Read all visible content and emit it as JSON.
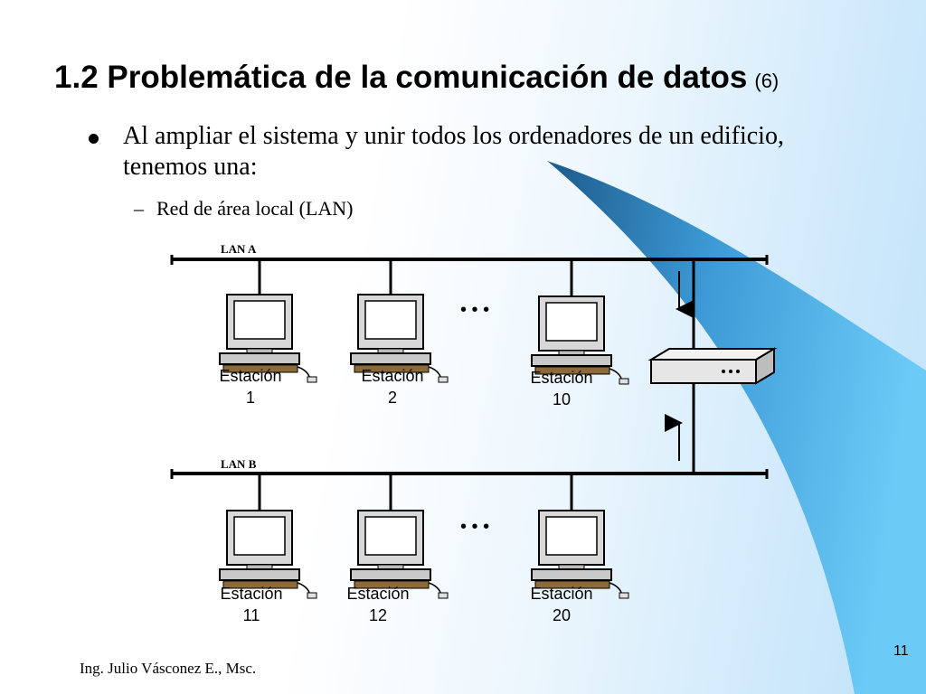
{
  "slide": {
    "title": "1.2 Problemática de la comunicación de datos",
    "title_suffix": "(6)",
    "bullet": "Al ampliar el sistema y unir todos los ordenadores de un edificio, tenemos una:",
    "sub_bullet": "Red de área local (LAN)",
    "footer": "Ing. Julio Vásconez E., Msc.",
    "page_number": "11"
  },
  "diagram": {
    "lan_a_label": "LAN A",
    "lan_b_label": "LAN B",
    "ellipsis": "• • •",
    "station_word": "Estación",
    "stations_a": [
      "1",
      "2",
      "10"
    ],
    "stations_b": [
      "11",
      "12",
      "20"
    ],
    "colors": {
      "bus": "#000000",
      "screen": "#ffffff",
      "monitor": "#d8d8d8",
      "bridge": "#e6e6e6"
    }
  }
}
